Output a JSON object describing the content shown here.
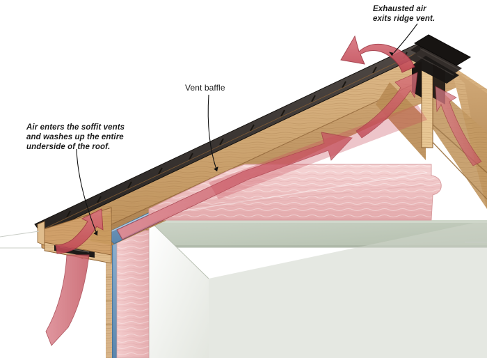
{
  "illustration": {
    "title": "Roof ventilation cross-section",
    "subject": "soffit-to-ridge attic ventilation detail",
    "background_color": "#ffffff"
  },
  "annotations": [
    {
      "id": "ridge",
      "text": "Exhausted air\nexits ridge vent.",
      "style": "italic",
      "leader": "curved line from text down-left to ridge vent"
    },
    {
      "id": "soffit",
      "text": "Air enters the soffit vents\nand washes up the entire\nunderside of the roof.",
      "style": "italic",
      "leader": "line from text down-right to soffit vent slot"
    },
    {
      "id": "baffle",
      "text": "Vent baffle",
      "style": "plain",
      "leader": "curved line from text down-right to blue baffle"
    }
  ],
  "palette": {
    "shingle_dark": "#2f2b2a",
    "shingle_edge": "#4a4440",
    "sheathing_tan": "#cfa97a",
    "wood_light": "#d9b383",
    "wood_mid": "#b98b55",
    "wood_dark": "#8d6234",
    "rafter_warm": "#c59a65",
    "insulation_pink": "#efc3c4",
    "insulation_pink_dark": "#e0a7a9",
    "baffle_blue": "#7aa3c8",
    "baffle_blue_dark": "#4f7fa8",
    "ceiling_sage": "#c3ccbe",
    "ceiling_sage_dark": "#aab5a4",
    "drywall_white": "#f3f3f0",
    "airflow_red": "#c8505c",
    "airflow_red_light": "#d9737c",
    "outline": "#2a2522",
    "leader_line": "#111111"
  },
  "components": [
    {
      "name": "ridge-vent-cap",
      "description": "black ridge vent cap at roof peak"
    },
    {
      "name": "ridge-board",
      "description": "vertical light wood ridge board"
    },
    {
      "name": "roof-shingles",
      "description": "dark asphalt shingle course along roof slope"
    },
    {
      "name": "roof-sheathing",
      "description": "tan plywood sheathing under shingles"
    },
    {
      "name": "rafters",
      "description": "wood rafters framing the roof"
    },
    {
      "name": "vent-baffle",
      "description": "blue vent baffle holding air channel at eave"
    },
    {
      "name": "attic-insulation",
      "description": "pink fiberglass batt insulation over ceiling"
    },
    {
      "name": "ceiling-plane",
      "description": "sage gray-green ceiling surface"
    },
    {
      "name": "wall-top-plate",
      "description": "wood top plate end grain at wall"
    },
    {
      "name": "wall-insulation",
      "description": "pink batt insulation inside exterior wall"
    },
    {
      "name": "wall-sheathing",
      "description": "blue sheathing/housewrap layer on wall"
    },
    {
      "name": "soffit-vent",
      "description": "dark soffit vent slot at underside of eave"
    },
    {
      "name": "fascia-eave",
      "description": "eave and fascia wood assembly"
    }
  ],
  "airflow": [
    {
      "name": "intake-arrow",
      "description": "red ribbon entering from below the soffit"
    },
    {
      "name": "eave-arrow",
      "description": "red arrow curving up through the soffit into rafter bay"
    },
    {
      "name": "slope-arrow",
      "description": "red arrow travelling up the roof underside"
    },
    {
      "name": "ridge-arrow-left",
      "description": "red arrow rising inside the left rafter bay to ridge"
    },
    {
      "name": "ridge-arrow-right",
      "description": "red arrow rising inside the right rafter bay to ridge"
    },
    {
      "name": "exhaust-arrow",
      "description": "large red arrow exiting above the ridge vent"
    }
  ]
}
